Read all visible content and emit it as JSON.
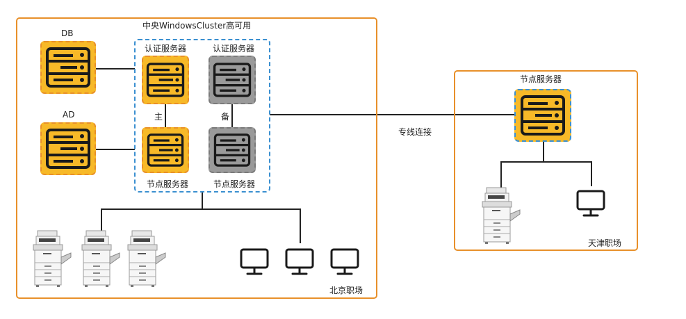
{
  "beijing": {
    "site_label": "北京职场",
    "cluster_title": "中央WindowsCluster高可用",
    "db_label": "DB",
    "ad_label": "AD",
    "auth_primary_label": "认证服务器",
    "auth_backup_label": "认证服务器",
    "node_primary_label": "节点服务器",
    "node_backup_label": "节点服务器",
    "primary_mark": "主",
    "backup_mark": "备"
  },
  "link_label": "专线连接",
  "tianjin": {
    "site_label": "天津职场",
    "node_label": "节点服务器"
  },
  "colors": {
    "site_border": "#e8902a",
    "cluster_border": "#3a8fd0",
    "server_active": "#f7b928",
    "server_standby": "#9a9a9a"
  },
  "icons": [
    "server-icon",
    "printer-icon",
    "monitor-icon"
  ]
}
